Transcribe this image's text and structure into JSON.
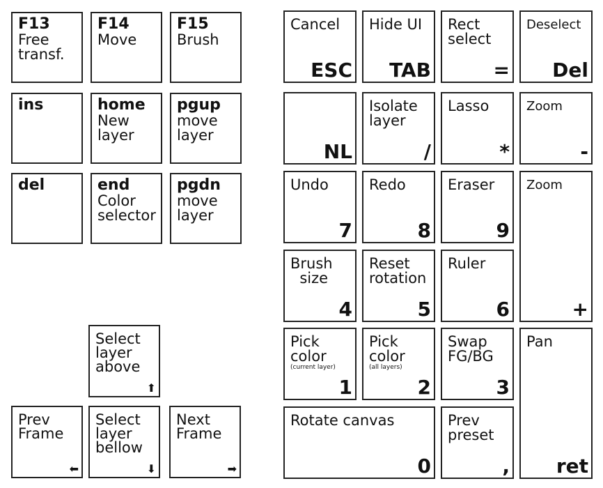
{
  "left_keys": [
    {
      "key": "F13",
      "label": "Free\ntransf."
    },
    {
      "key": "F14",
      "label": "Move"
    },
    {
      "key": "F15",
      "label": "Brush"
    },
    {
      "key": "ins",
      "label": ""
    },
    {
      "key": "home",
      "label": "New\nlayer"
    },
    {
      "key": "pgup",
      "label": "move\nlayer"
    },
    {
      "key": "del",
      "label": ""
    },
    {
      "key": "end",
      "label": "Color\nselector"
    },
    {
      "key": "pgdn",
      "label": "move\nlayer"
    }
  ],
  "arrow_keys": [
    {
      "label": "Select\nlayer\nabove",
      "icon": "arrow-up-icon",
      "glyph": "⬆"
    },
    {
      "label": "Prev\nFrame",
      "icon": "arrow-left-icon",
      "glyph": "⬅"
    },
    {
      "label": "Select\nlayer\nbellow",
      "icon": "arrow-down-icon",
      "glyph": "⬇"
    },
    {
      "label": "Next\nFrame",
      "icon": "arrow-right-icon",
      "glyph": "➡"
    }
  ],
  "numpad": [
    {
      "label": "Cancel",
      "key": "ESC"
    },
    {
      "label": "Hide UI",
      "key": "TAB"
    },
    {
      "label": "Rect\nselect",
      "key": "="
    },
    {
      "label": "Deselect",
      "key": "Del"
    },
    {
      "label": "",
      "key": "NL"
    },
    {
      "label": "Isolate\nlayer",
      "key": "/"
    },
    {
      "label": "Lasso",
      "key": "*"
    },
    {
      "label": "Zoom",
      "key": "-"
    },
    {
      "label": "Undo",
      "key": "7"
    },
    {
      "label": "Redo",
      "key": "8"
    },
    {
      "label": "Eraser",
      "key": "9"
    },
    {
      "label": "Zoom",
      "key": "+"
    },
    {
      "label": "Brush\n  size",
      "key": "4"
    },
    {
      "label": "Reset\nrotation",
      "key": "5"
    },
    {
      "label": "Ruler",
      "key": "6"
    },
    {
      "label": "Pick\ncolor",
      "sub": "(current layer)",
      "key": "1"
    },
    {
      "label": "Pick\ncolor",
      "sub": "(all layers)",
      "key": "2"
    },
    {
      "label": "Swap\nFG/BG",
      "key": "3"
    },
    {
      "label": "Pan",
      "key": "ret"
    },
    {
      "label": "Rotate canvas",
      "key": "0"
    },
    {
      "label": "Prev\npreset",
      "key": ","
    }
  ]
}
